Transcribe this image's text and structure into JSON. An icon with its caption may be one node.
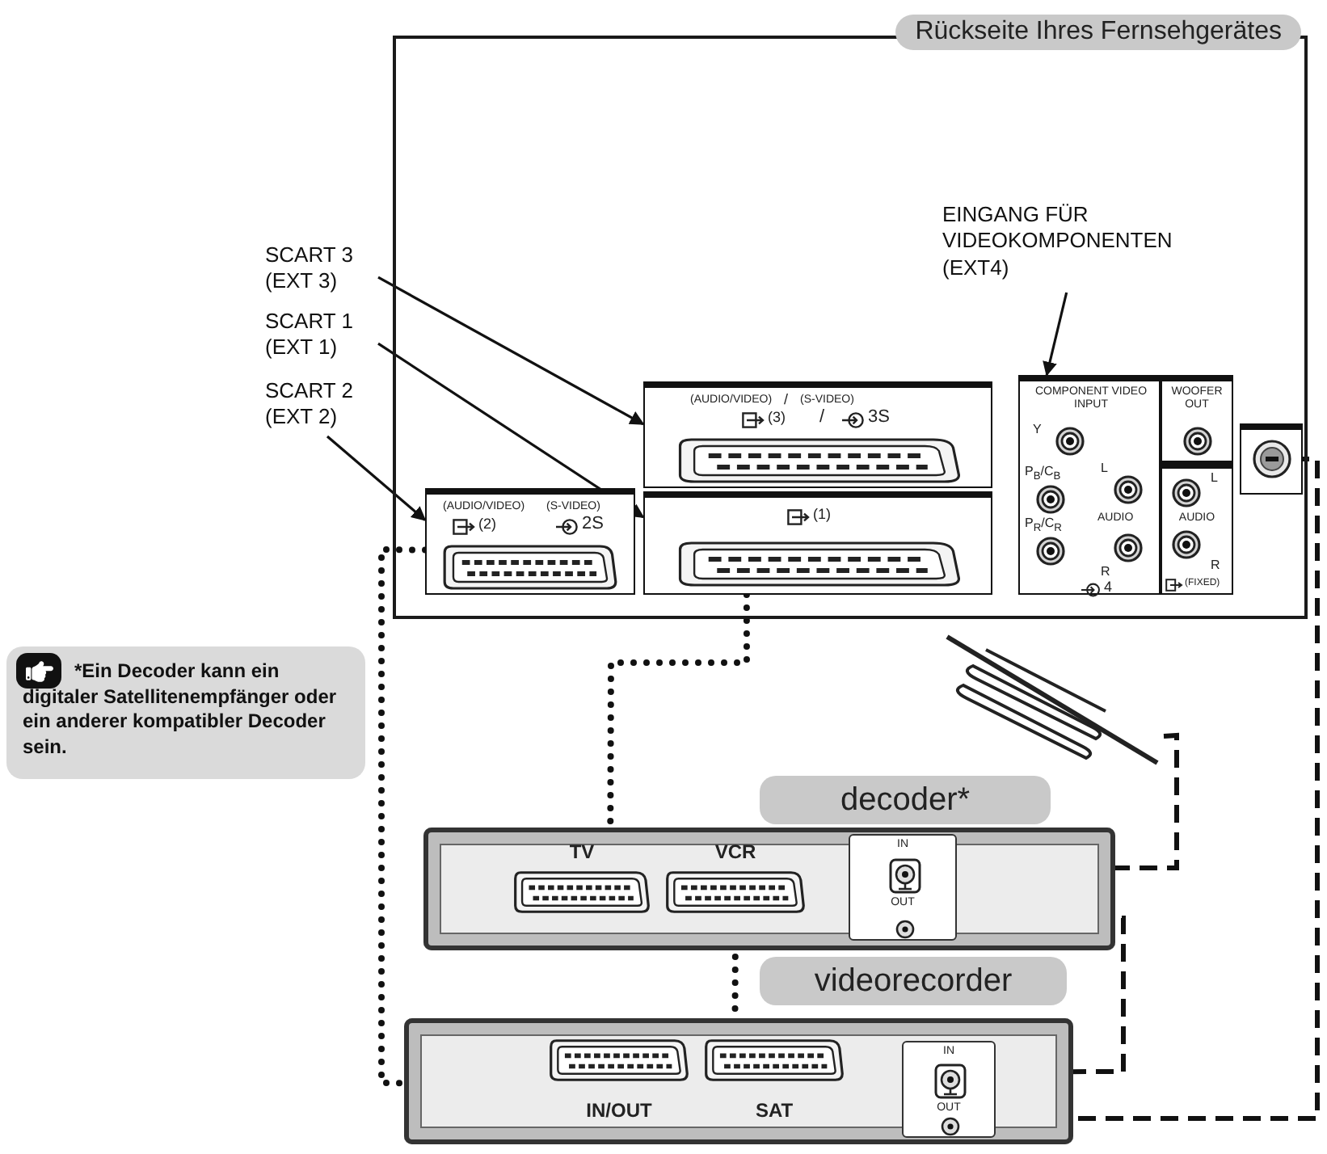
{
  "diagram": {
    "nodes": [
      {
        "text": [
          "Rückseite Ihres Fernsehgerätes"
        ]
      },
      {
        "text": [
          "SCART 3 (EXT 3)"
        ]
      },
      {
        "text": [
          "SCART 1 (EXT 1)"
        ]
      },
      {
        "text": [
          "SCART 2 (EXT 2)"
        ]
      },
      {
        "text": [
          "EINGANG FÜR VIDEOKOMPONENTEN (EXT4)"
        ],
        "in": 0
      },
      {
        "text": [
          "(AUDIO/VIDEO)",
          "/",
          "(S-VIDEO)",
          "(3)",
          "/",
          "3S"
        ],
        "in": 0
      },
      {
        "text": [
          "(AUDIO/VIDEO)",
          "(S-VIDEO)",
          "(2)",
          "2S"
        ],
        "in": 0
      },
      {
        "text": [
          "(1)"
        ],
        "in": 0
      },
      {
        "text": [
          "COMPONENT VIDEO INPUT",
          "Y",
          "P$_{B}$/C$_{B}$",
          "P$_{R}$/C$_{R}$",
          "L",
          "AUDIO",
          "R",
          "4"
        ],
        "in": 0
      },
      {
        "text": [
          "WOOFER OUT"
        ],
        "in": 0
      },
      {
        "text": [
          "L",
          "AUDIO",
          "R",
          "(FIXED)"
        ],
        "in": 0
      },
      {
        "text": [],
        "shape": "box",
        "in": 0
      },
      {
        "text": [],
        "shape": "picture"
      },
      {
        "text": [
          "*Ein Decoder kann ein digitaler Satellitenempfänger oder ein anderer kompatibler Decoder sein."
        ]
      },
      {
        "text": [
          "decoder*"
        ]
      },
      {
        "text": [
          "TV"
        ],
        "in": 14
      },
      {
        "text": [
          "VCR"
        ],
        "in": 14
      },
      {
        "text": [
          "IN",
          "OUT"
        ],
        "in": 14
      },
      {
        "text": [
          "videorecorder"
        ]
      },
      {
        "text": [
          "IN/OUT"
        ],
        "in": 18
      },
      {
        "text": [
          "SAT"
        ],
        "in": 18
      },
      {
        "text": [
          "IN",
          "OUT"
        ],
        "in": 18
      }
    ],
    "edges": [
      {
        "from": 1,
        "to": 5,
        "arrow": "to"
      },
      {
        "from": 2,
        "to": 7,
        "arrow": "to"
      },
      {
        "from": 3,
        "to": 6,
        "arrow": "to"
      },
      {
        "from": 4,
        "to": 8,
        "arrow": "to"
      },
      {
        "from": 7,
        "to": 15,
        "arrow": "none",
        "style": "dashed"
      },
      {
        "from": 16,
        "to": 20,
        "arrow": "none",
        "style": "dashed"
      },
      {
        "from": 6,
        "to": 19,
        "arrow": "none",
        "style": "dashed"
      },
      {
        "from": 12,
        "to": 17,
        "arrow": "none",
        "style": "dashed"
      },
      {
        "from": 17,
        "to": 21,
        "arrow": "none",
        "style": "dashed"
      },
      {
        "from": 21,
        "to": 11,
        "arrow": "none",
        "style": "dashed"
      }
    ]
  }
}
